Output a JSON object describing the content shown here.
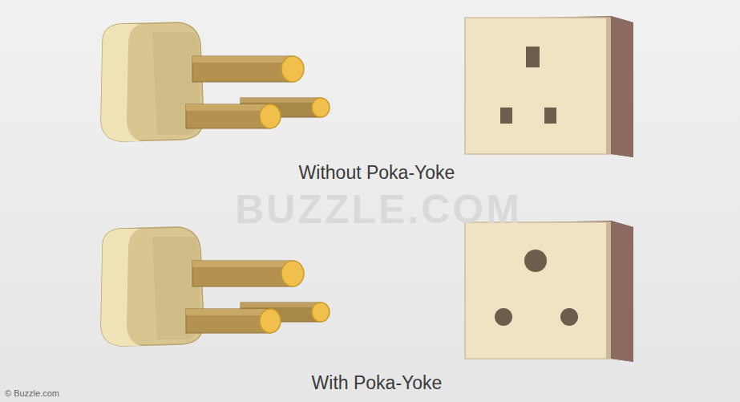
{
  "diagram": {
    "labels": [
      "Without Poka-Yoke",
      "BUZZLE.COM",
      "With Poka-Yoke",
      "© Buzzle.com"
    ]
  }
}
